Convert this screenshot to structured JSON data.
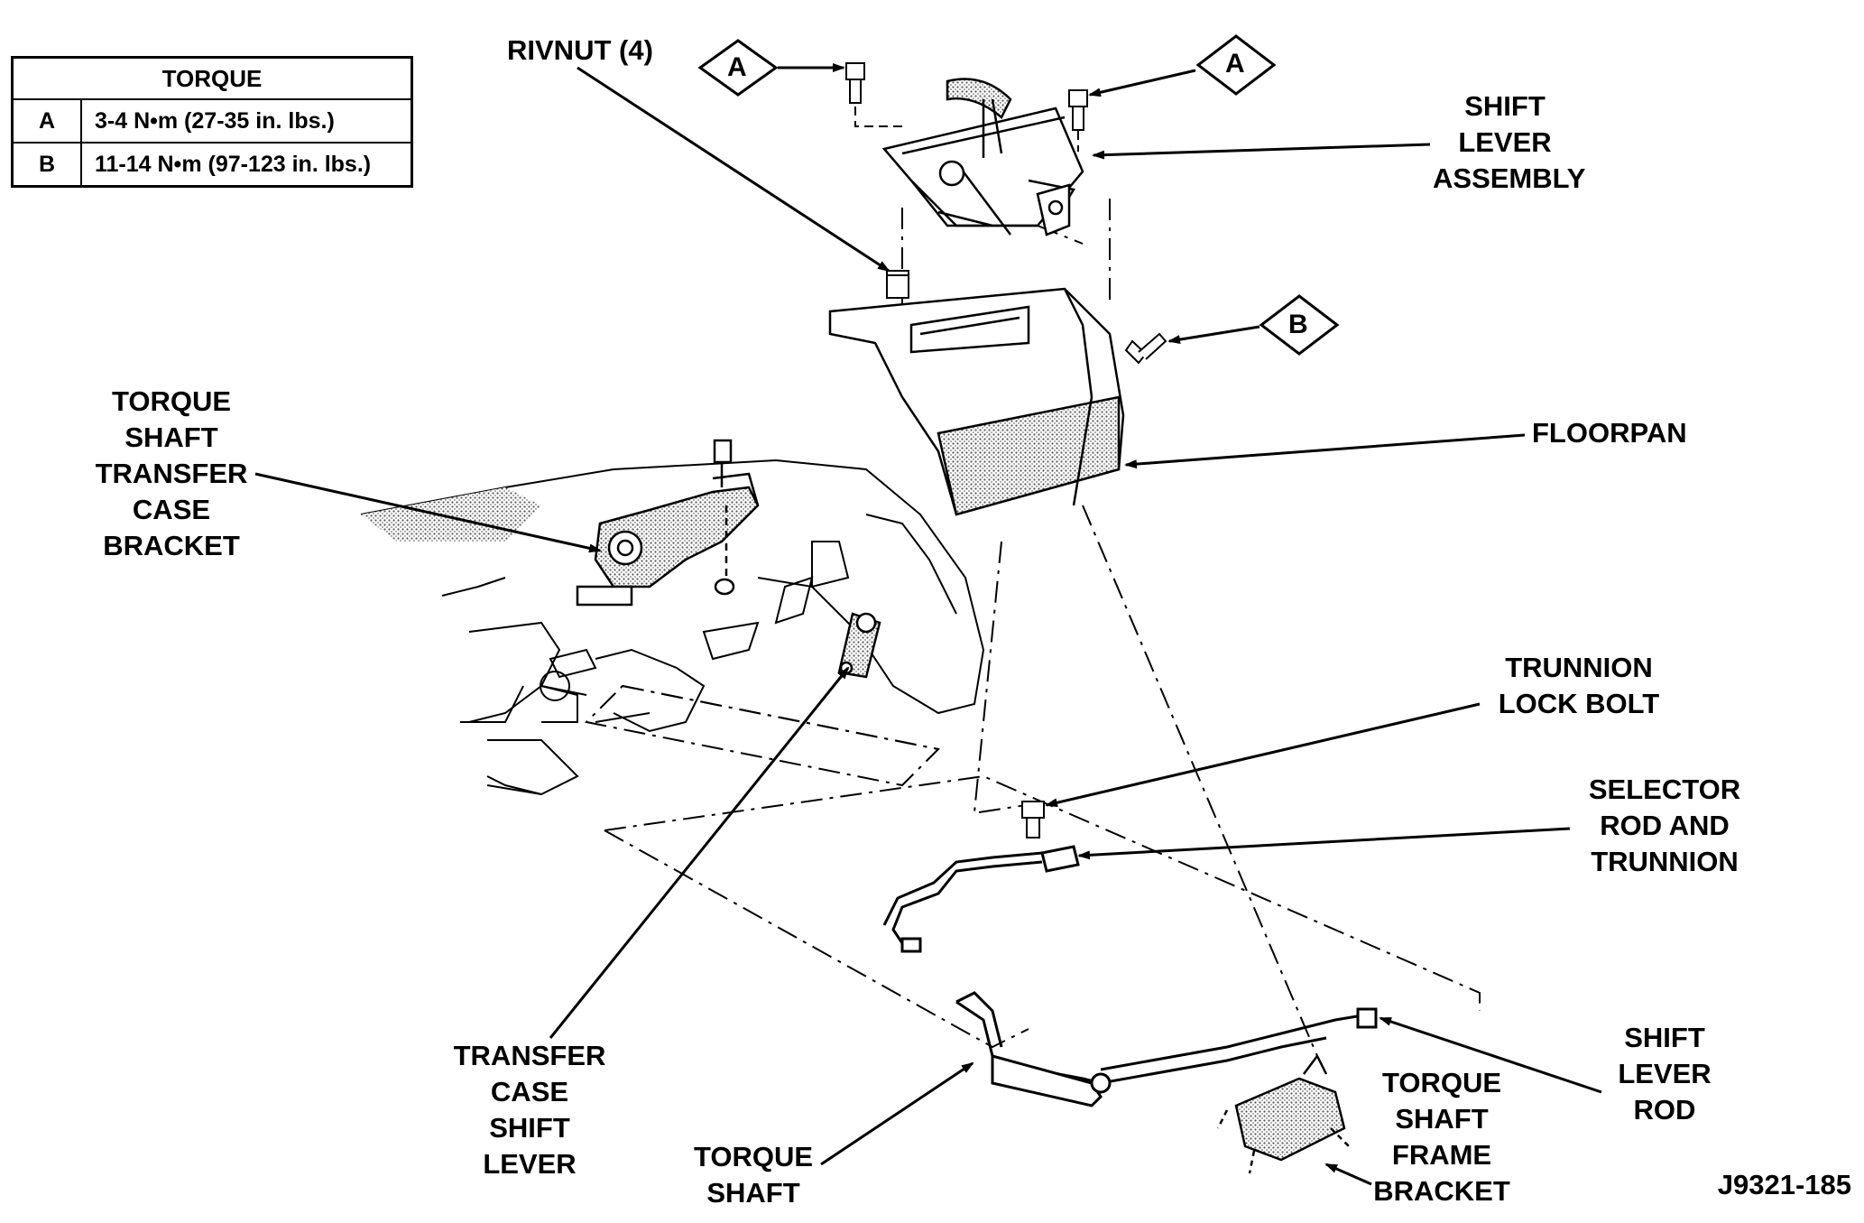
{
  "torque_table": {
    "header": "TORQUE",
    "rows": [
      {
        "key": "A",
        "value": "3-4 N•m (27-35 in. lbs.)"
      },
      {
        "key": "B",
        "value": "11-14 N•m (97-123 in. lbs.)"
      }
    ]
  },
  "callouts": {
    "rivnut": "RIVNUT (4)",
    "shift_lever_assembly": [
      "SHIFT",
      "LEVER",
      "ASSEMBLY"
    ],
    "floorpan": "FLOORPAN",
    "torque_shaft_transfer_case_bracket": [
      "TORQUE",
      "SHAFT",
      "TRANSFER",
      "CASE",
      "BRACKET"
    ],
    "trunnion_lock_bolt": [
      "TRUNNION",
      "LOCK BOLT"
    ],
    "selector_rod_and_trunnion": [
      "SELECTOR",
      "ROD AND",
      "TRUNNION"
    ],
    "shift_lever_rod": [
      "SHIFT",
      "LEVER",
      "ROD"
    ],
    "torque_shaft_frame_bracket": [
      "TORQUE",
      "SHAFT",
      "FRAME",
      "BRACKET"
    ],
    "torque_shaft": [
      "TORQUE",
      "SHAFT"
    ],
    "transfer_case_shift_lever": [
      "TRANSFER",
      "CASE",
      "SHIFT",
      "LEVER"
    ]
  },
  "torque_markers": {
    "a_left": "A",
    "a_right": "A",
    "b": "B"
  },
  "figure_id": "J9321-185"
}
